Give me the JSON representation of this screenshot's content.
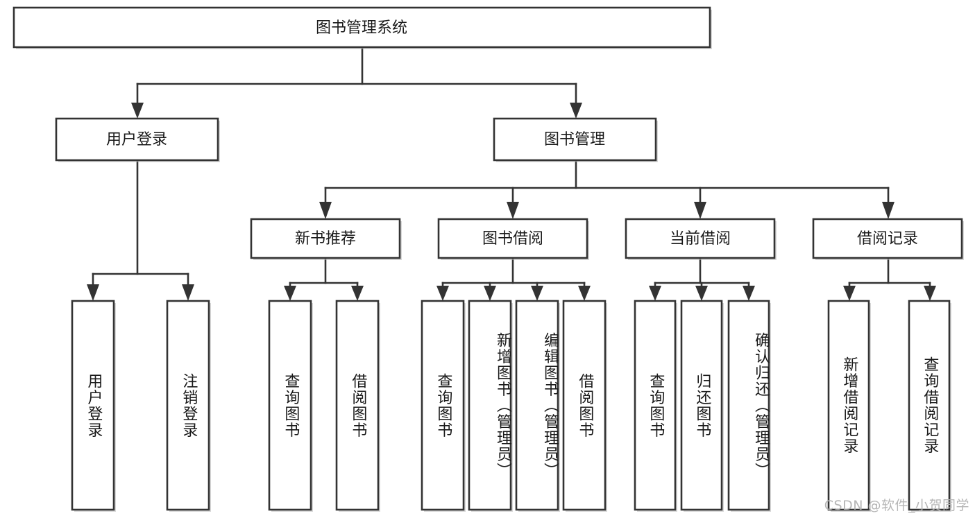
{
  "diagram": {
    "type": "tree-hierarchy",
    "title": "图书管理系统",
    "colors": {
      "background": "#ffffff",
      "stroke": "#333333",
      "node_fill": "#ffffff",
      "text": "#1a1a1a",
      "watermark": "#b6b6b6"
    },
    "root": {
      "label": "图书管理系统",
      "orientation": "horizontal"
    },
    "level2": [
      {
        "label": "用户登录",
        "orientation": "horizontal"
      },
      {
        "label": "图书管理",
        "orientation": "horizontal"
      }
    ],
    "level3": [
      {
        "label": "新书推荐",
        "orientation": "horizontal",
        "parent": "图书管理"
      },
      {
        "label": "图书借阅",
        "orientation": "horizontal",
        "parent": "图书管理"
      },
      {
        "label": "当前借阅",
        "orientation": "horizontal",
        "parent": "图书管理"
      },
      {
        "label": "借阅记录",
        "orientation": "horizontal",
        "parent": "图书管理"
      }
    ],
    "leaves": [
      {
        "label": "用户登录",
        "parent": "用户登录",
        "orientation": "vertical"
      },
      {
        "label": "注销登录",
        "parent": "用户登录",
        "orientation": "vertical"
      },
      {
        "label": "查询图书",
        "parent": "新书推荐",
        "orientation": "vertical"
      },
      {
        "label": "借阅图书",
        "parent": "新书推荐",
        "orientation": "vertical"
      },
      {
        "label": "查询图书",
        "parent": "图书借阅",
        "orientation": "vertical"
      },
      {
        "label": "新增图书（管理员）",
        "parent": "图书借阅",
        "orientation": "vertical"
      },
      {
        "label": "编辑图书（管理员）",
        "parent": "图书借阅",
        "orientation": "vertical"
      },
      {
        "label": "借阅图书",
        "parent": "图书借阅",
        "orientation": "vertical"
      },
      {
        "label": "查询图书",
        "parent": "当前借阅",
        "orientation": "vertical"
      },
      {
        "label": "归还图书",
        "parent": "当前借阅",
        "orientation": "vertical"
      },
      {
        "label": "确认归还（管理员）",
        "parent": "当前借阅",
        "orientation": "vertical"
      },
      {
        "label": "新增借阅记录",
        "parent": "借阅记录",
        "orientation": "vertical"
      },
      {
        "label": "查询借阅记录",
        "parent": "借阅记录",
        "orientation": "vertical"
      }
    ],
    "watermark": "CSDN @软件_小贺同学"
  }
}
